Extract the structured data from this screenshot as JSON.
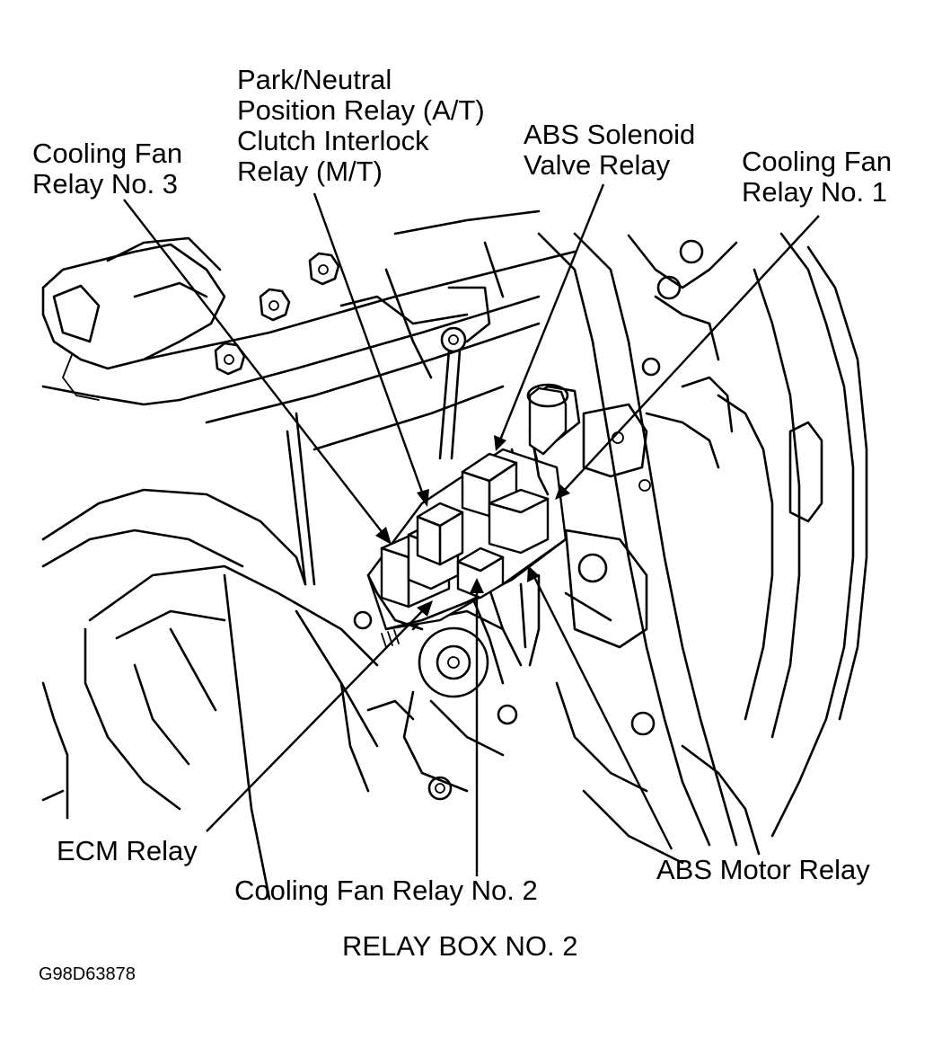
{
  "labels": {
    "cooling_fan_relay_3": [
      "Cooling Fan",
      "Relay No. 3"
    ],
    "park_neutral_relay": [
      "Park/Neutral",
      "Position Relay (A/T)",
      "Clutch Interlock",
      "Relay (M/T)"
    ],
    "abs_solenoid_valve_relay": [
      "ABS Solenoid",
      "Valve Relay"
    ],
    "cooling_fan_relay_1": [
      "Cooling Fan",
      "Relay No. 1"
    ],
    "ecm_relay": "ECM Relay",
    "cooling_fan_relay_2": "Cooling Fan Relay No. 2",
    "abs_motor_relay": "ABS Motor Relay"
  },
  "caption": "RELAY BOX NO. 2",
  "figure_id": "G98D63878"
}
